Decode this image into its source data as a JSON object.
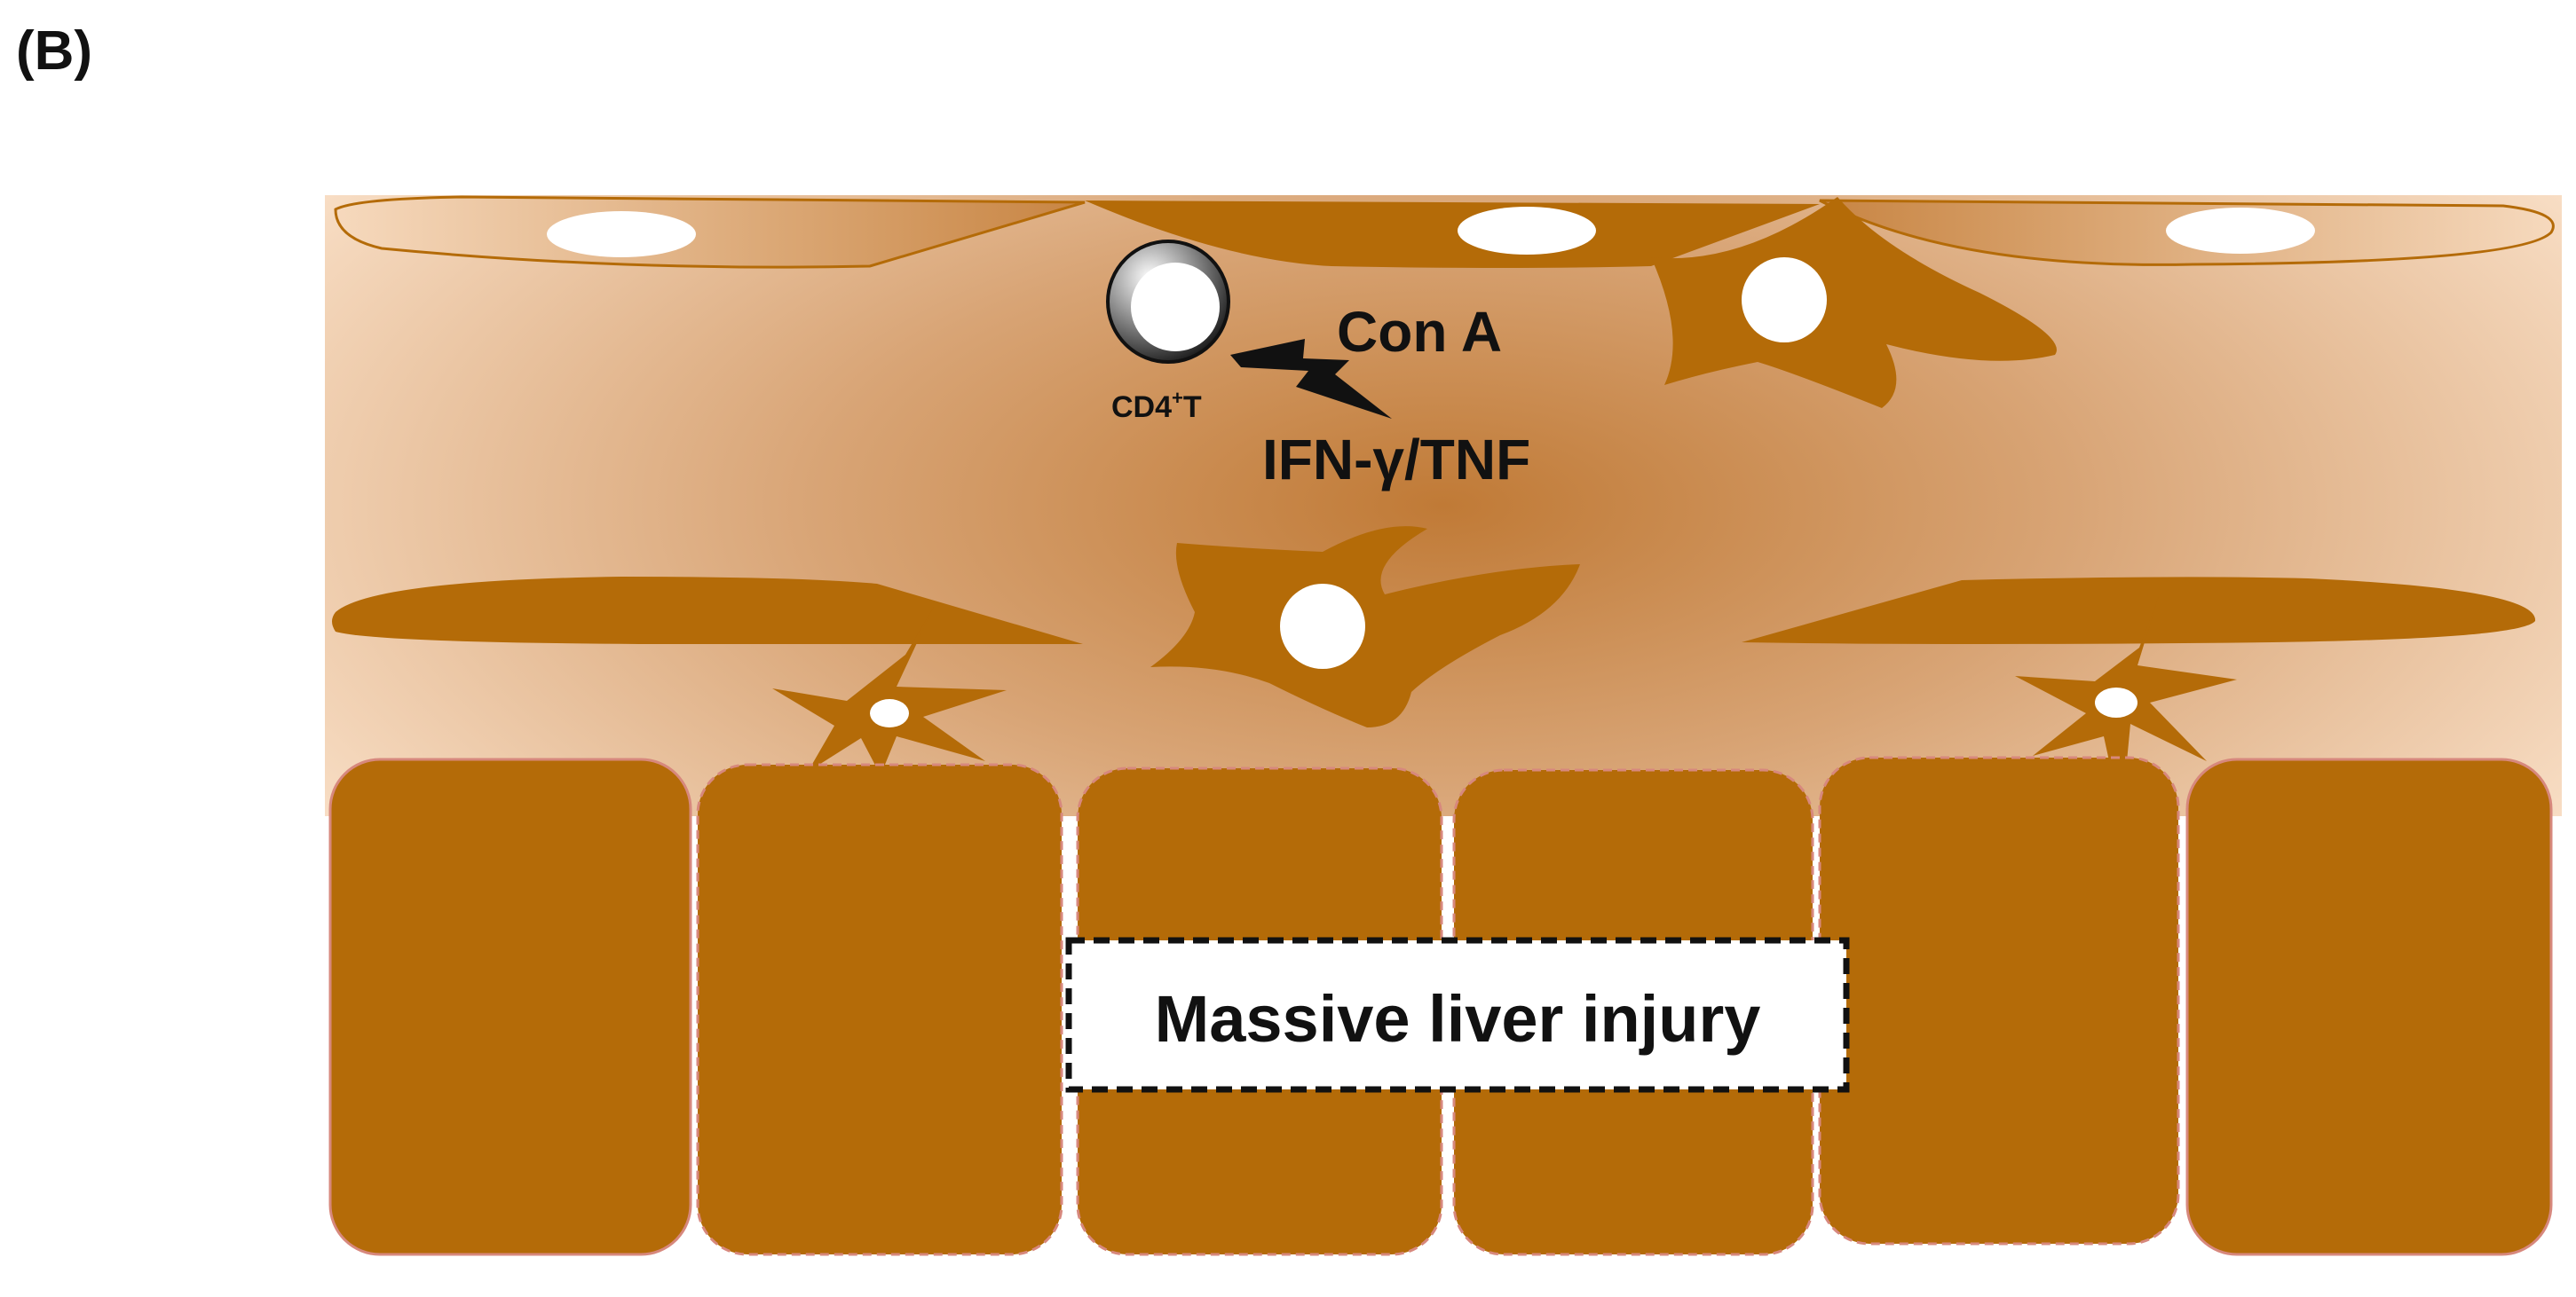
{
  "panel_label": "(B)",
  "labels": {
    "con_a": "Con A",
    "cd4_t_main": "CD4",
    "cd4_t_sup": "+",
    "cd4_t_suffix": "T",
    "cytokines": "IFN-γ/TNF",
    "injury": "Massive liver injury"
  },
  "colors": {
    "cell_brown": "#b46b08",
    "background_light": "#fbe3cc",
    "background_center": "#c98746",
    "hepatocyte_border": "#d7887d",
    "nucleus": "#ffffff",
    "text": "#111111"
  }
}
